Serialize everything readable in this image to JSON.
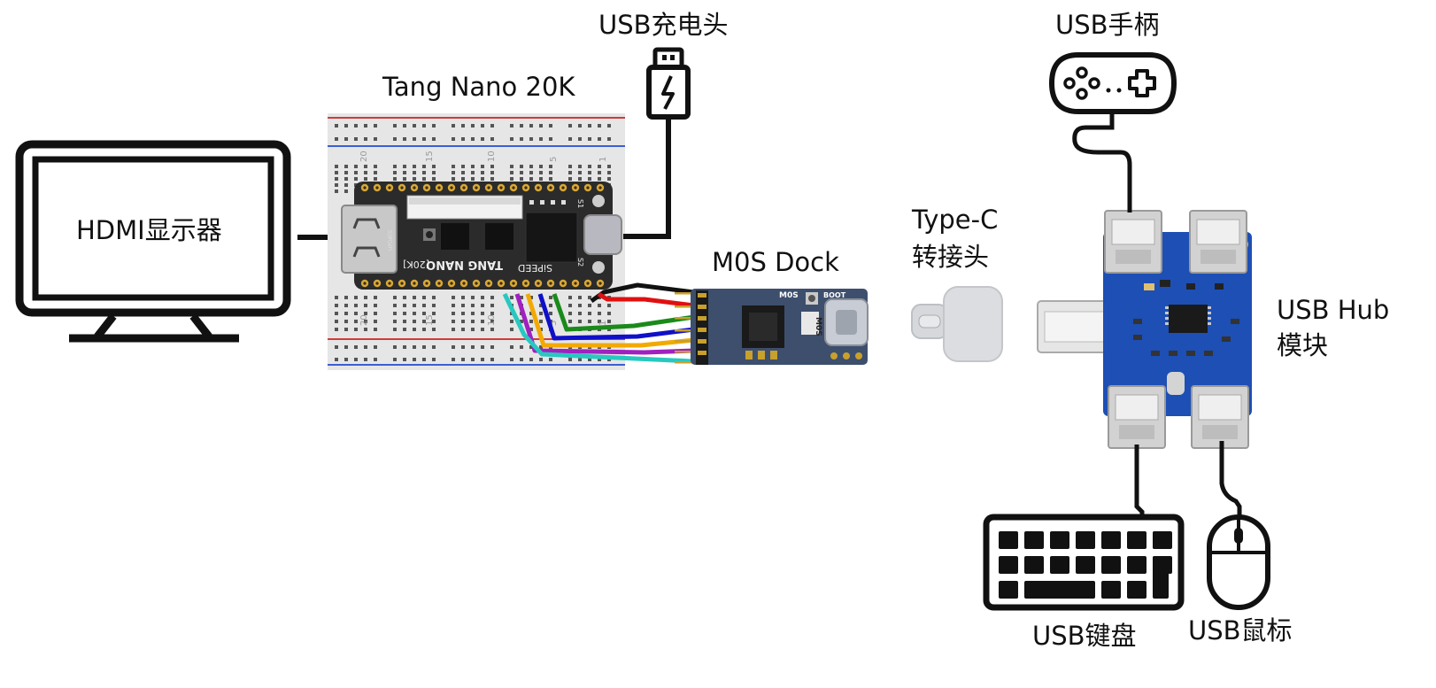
{
  "labels": {
    "monitor": "HDMI显示器",
    "board": "Tang Nano 20K",
    "charger": "USB充电头",
    "dock": "M0S Dock",
    "adapter_line1": "Type-C",
    "adapter_line2": "转接头",
    "gamepad": "USB手柄",
    "hub_line1": "USB Hub",
    "hub_line2": "模块",
    "keyboard": "USB键盘",
    "mouse": "USB鼠标"
  },
  "board_silkscreen": {
    "name": "TANG NANO",
    "brand": "SiPEED",
    "variant": "[20K]",
    "update": "UPDATE",
    "s1": "S1",
    "s2": "S2"
  },
  "dock_silkscreen": {
    "chip": "M0S",
    "boot": "BOOT",
    "side": "M0S"
  },
  "breadboard_numbers": [
    "20",
    "15",
    "10",
    "5",
    "1"
  ],
  "colors": {
    "outline": "#111111",
    "breadboard": "#e6e6e6",
    "board_pcb": "#2b2b2b",
    "dock_pcb": "#3d4f6d",
    "hub_pcb": "#1d4fb5",
    "rail_red": "#d23b3b",
    "rail_blue": "#3b5fd2",
    "wire_black": "#111111",
    "wire_red": "#e01010",
    "wire_green": "#1a8a1a",
    "wire_blue": "#1010c8",
    "wire_orange": "#f2a900",
    "wire_purple": "#a020c0",
    "wire_cyan": "#28c8c0"
  },
  "icons": [
    "monitor-icon",
    "usb-charger-icon",
    "gamepad-icon",
    "keyboard-icon",
    "mouse-icon"
  ]
}
